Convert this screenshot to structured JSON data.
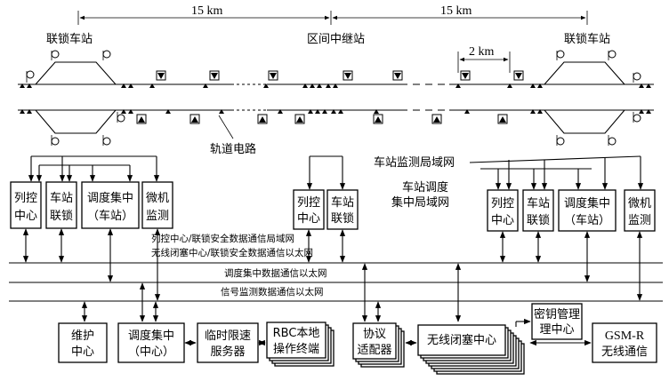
{
  "dimensions": {
    "left_span": "15 km",
    "right_span": "15 km",
    "block_span": "2 km"
  },
  "stations": {
    "left": "联锁车站",
    "middle": "区间中继站",
    "right": "联锁车站"
  },
  "track_circuit_label": "轨道电路",
  "lan_labels": {
    "station_monitoring_lan": "车站监测局域网",
    "station_dispatch_lan_line1": "车站调度",
    "station_dispatch_lan_line2": "集中局域网"
  },
  "boxes": {
    "left_tcc": [
      "列控",
      "中心"
    ],
    "left_interlocking": [
      "车站",
      "联锁"
    ],
    "left_ctc_station": [
      "调度集中",
      "（车站）"
    ],
    "left_monitoring": [
      "微机",
      "监测"
    ],
    "mid_tcc": [
      "列控",
      "中心"
    ],
    "mid_interlocking": [
      "车站",
      "联锁"
    ],
    "right_tcc": [
      "列控",
      "中心"
    ],
    "right_interlocking": [
      "车站",
      "联锁"
    ],
    "right_ctc_station": [
      "调度集中",
      "（车站）"
    ],
    "right_monitoring": [
      "微机",
      "监测"
    ],
    "maintenance": [
      "维护",
      "中心"
    ],
    "ctc_center": [
      "调度集中",
      "（中心）"
    ],
    "tsr_server": [
      "临时限速",
      "服务器"
    ],
    "rbc_terminal": [
      "RBC本地",
      "操作终端"
    ],
    "protocol_adapter": [
      "协议",
      "适配器"
    ],
    "rbc": [
      "无线闭塞中心"
    ],
    "kmc": [
      "密钥管理",
      "理中心"
    ],
    "gsmr": [
      "GSM-R",
      "无线通信"
    ]
  },
  "networks": {
    "net1": "列控中心/联锁安全数据通信局域网",
    "net2": "无线闭塞中心/联锁安全数据通信以太网",
    "net3": "调度集中数据通信以太网",
    "net4": "信号监测数据通信以太网"
  }
}
